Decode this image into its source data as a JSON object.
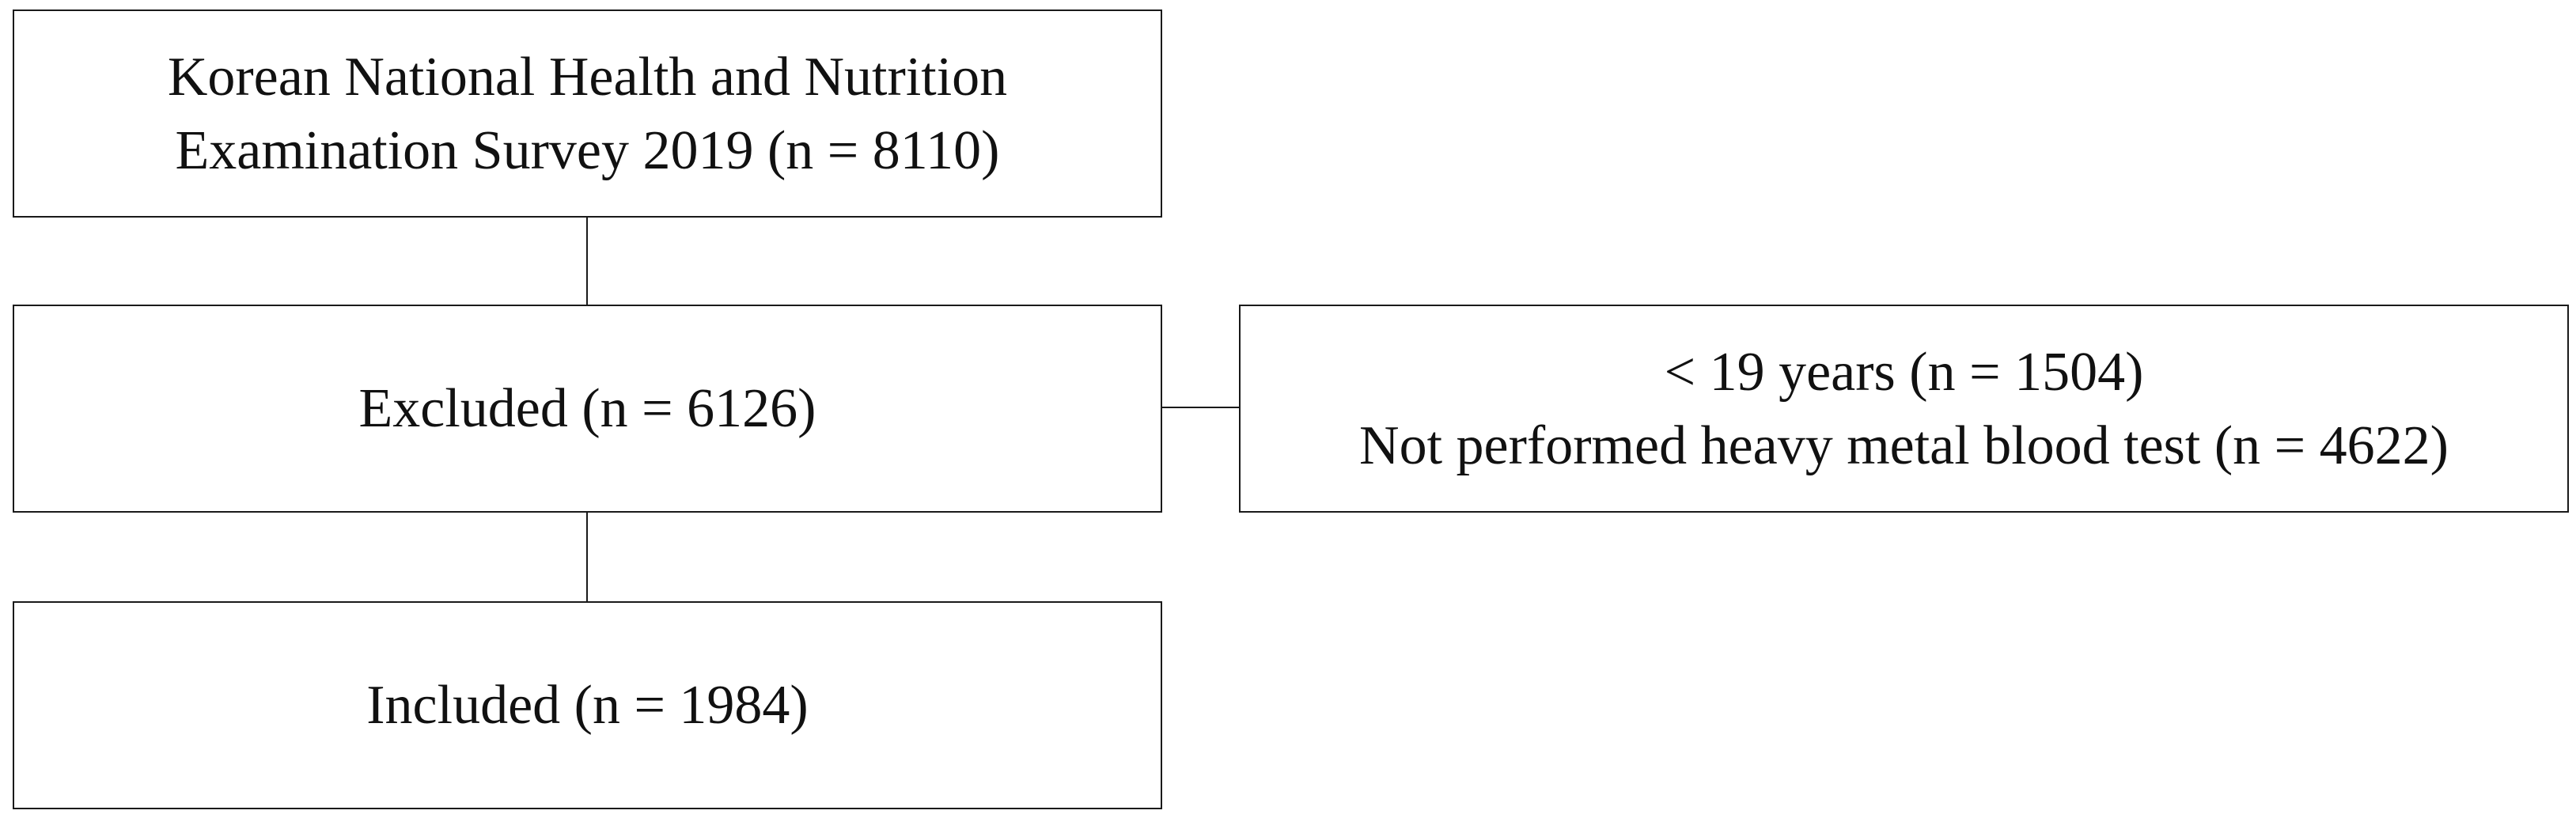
{
  "diagram": {
    "survey_box": {
      "line1": "Korean National Health and Nutrition",
      "line2": "Examination Survey 2019 (n = 8110)"
    },
    "excluded_box": {
      "label": "Excluded (n = 6126)"
    },
    "exclusion_reasons_box": {
      "reason1": "< 19 years (n = 1504)",
      "reason2": "Not performed heavy metal blood test (n = 4622)"
    },
    "included_box": {
      "label": "Included (n = 1984)"
    }
  }
}
